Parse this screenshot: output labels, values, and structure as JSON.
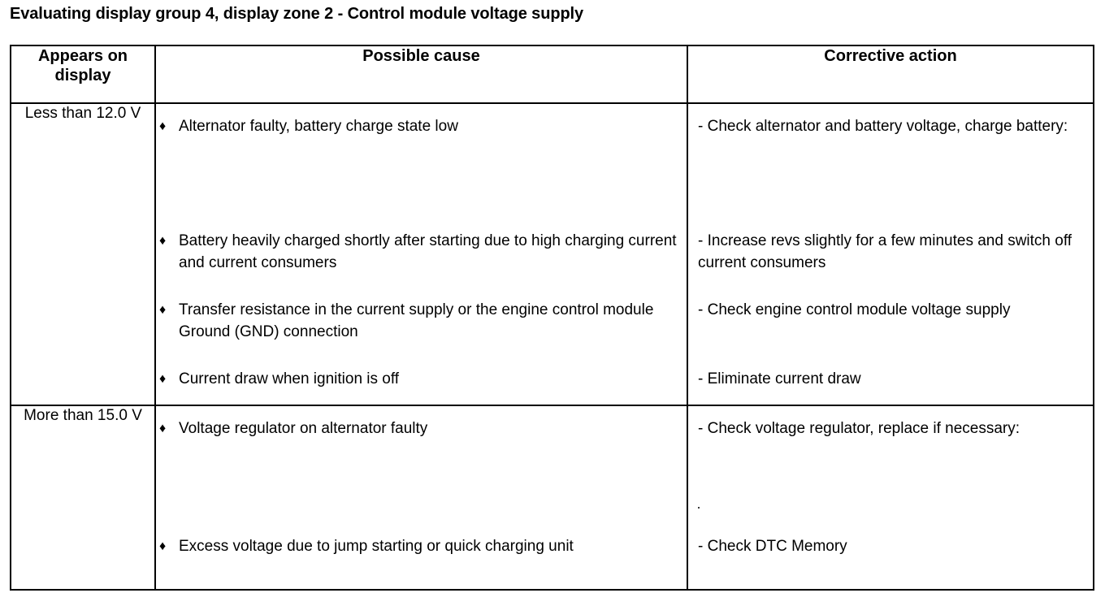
{
  "page": {
    "title": "Evaluating display group 4, display zone 2 - Control module voltage supply"
  },
  "table": {
    "headers": {
      "display": "Appears on display",
      "cause": "Possible cause",
      "action": "Corrective action"
    },
    "bullet_glyph": "♦",
    "rows": [
      {
        "display": "Less than 12.0 V",
        "causes": [
          "Alternator faulty, battery charge state low",
          "Battery heavily charged shortly after starting due to high charging current and current consumers",
          "Transfer resistance in the current supply or the engine control module Ground (GND) connection",
          "Current draw when ignition is off"
        ],
        "actions": [
          "- Check alternator and battery voltage, charge battery:",
          "- Increase revs slightly for a few minutes and switch off current consumers",
          "- Check engine control module voltage supply",
          "- Eliminate current draw"
        ]
      },
      {
        "display": "More than 15.0 V",
        "causes": [
          "Voltage regulator on alternator faulty",
          "Excess voltage due to jump starting or quick charging unit"
        ],
        "actions": [
          "- Check voltage regulator, replace if necessary:",
          "- Check DTC Memory"
        ]
      }
    ]
  }
}
